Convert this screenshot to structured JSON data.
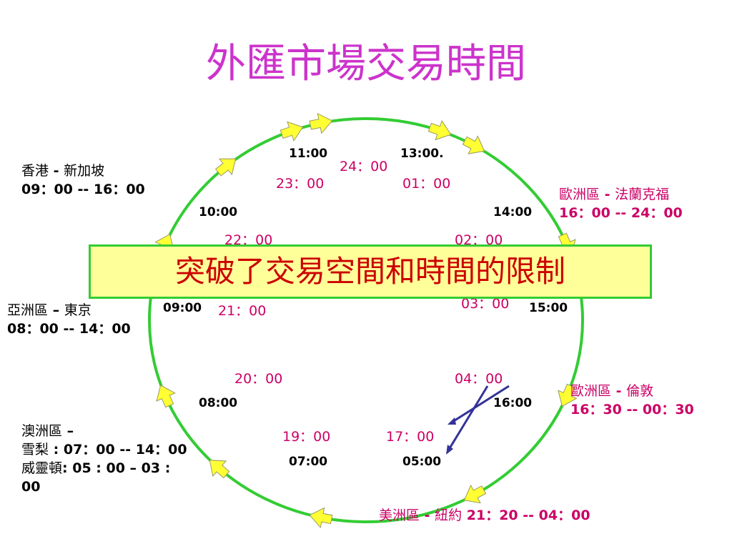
{
  "title": "外匯市場交易時間",
  "banner": "突破了交易空間和時間的限制",
  "colors": {
    "title": "#cc33cc",
    "pink_text": "#cc0066",
    "banner_bg": "#ffff99",
    "banner_border": "#33cc33",
    "banner_text": "#cc0000",
    "ring": "#33cc33",
    "arrow_fill": "#ffff33",
    "hands": "#333399"
  },
  "clock": {
    "black_times": [
      "11:00",
      "13:00.",
      "10:00",
      "14:00",
      "09:00",
      "15:00",
      "08:00",
      "16:00",
      "07:00",
      "05:00"
    ],
    "pink_times": [
      "24：00",
      "23：00",
      "01：00",
      "22：00",
      "02：00",
      "21：00",
      "03：00",
      "20：00",
      "04：00",
      "19：00",
      "17：00"
    ]
  },
  "markets": {
    "hk": {
      "name": "香港",
      "sep": " - ",
      "city": "新加坡",
      "hours": "09：00 -- 16：00"
    },
    "frankfurt": {
      "name": "歐洲區",
      "sep": " - ",
      "city": "法蘭克福",
      "hours": "16：00 -- 24：00"
    },
    "tokyo": {
      "name": "亞洲區",
      "sep": " – ",
      "city": "東京",
      "hours": "08：00 -- 14：00"
    },
    "london": {
      "name": "歐洲區",
      "sep": " - ",
      "city": "倫敦",
      "hours": "16：30 -- 00：30"
    },
    "australia": {
      "name": "澳洲區",
      "sep": " –",
      "city1": "雪梨",
      "hours1": " : 07：00 -- 14：00",
      "city2": "威靈頓",
      "hours2": ": 05 : 00 – 03 :",
      "hours2_cont": "00"
    },
    "newyork": {
      "name": "美洲區",
      "sep": " - ",
      "city": "紐約",
      "hours": " 21：20 -- 04：00"
    }
  }
}
